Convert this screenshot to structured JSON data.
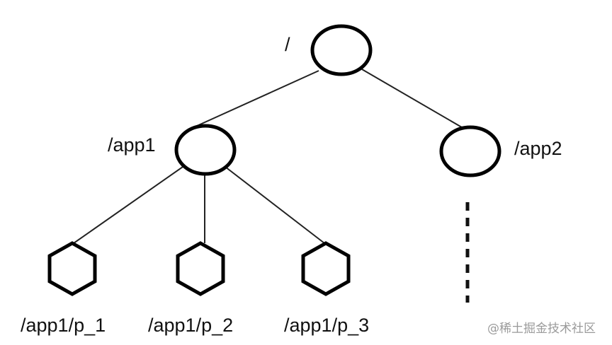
{
  "diagram": {
    "nodes": {
      "root": {
        "label": "/"
      },
      "app1": {
        "label": "/app1"
      },
      "app2": {
        "label": "/app2"
      },
      "p1": {
        "label": "/app1/p_1"
      },
      "p2": {
        "label": "/app1/p_2"
      },
      "p3": {
        "label": "/app1/p_3"
      }
    },
    "edges": [
      {
        "from": "root",
        "to": "app1"
      },
      {
        "from": "root",
        "to": "app2"
      },
      {
        "from": "app1",
        "to": "p1"
      },
      {
        "from": "app1",
        "to": "p2"
      },
      {
        "from": "app1",
        "to": "p3"
      }
    ]
  },
  "watermark": {
    "text": "@稀土掘金技术社区"
  }
}
